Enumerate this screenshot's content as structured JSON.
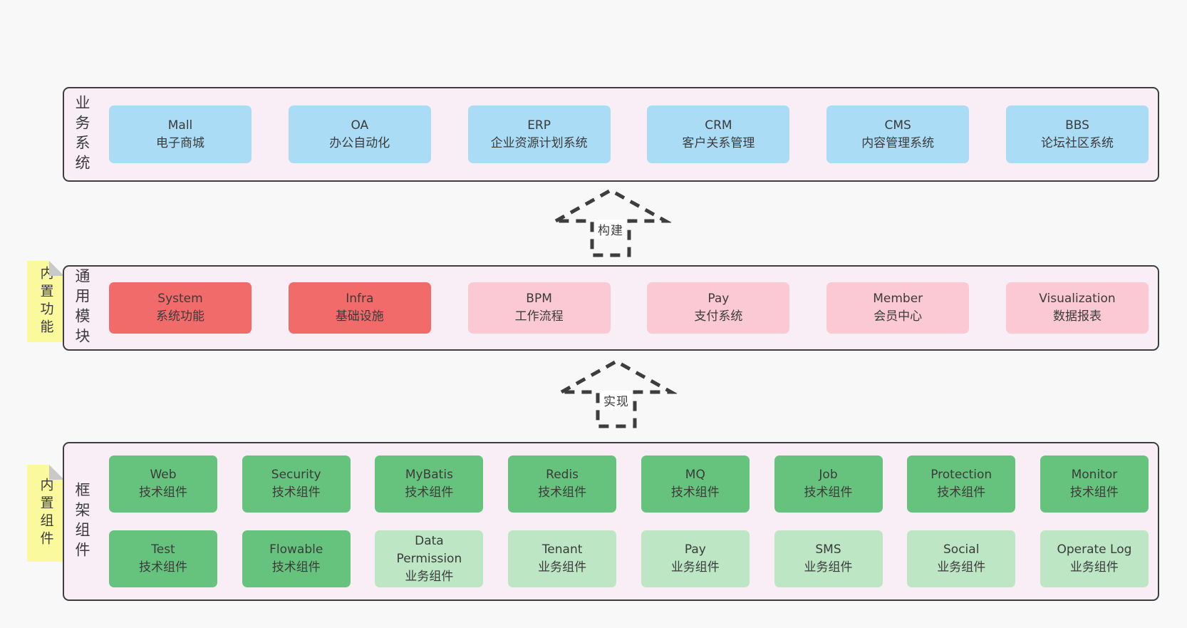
{
  "colors": {
    "page_bg": "#f9f8f8",
    "container_bg": "#f9edf6",
    "container_border": "#3e3e3e",
    "text": "#3b3b3b",
    "note_bg": "#fbf99e",
    "note_fold": "#c9c9c9",
    "arrow_stroke": "#3d3d3d",
    "blue": "#aadcf5",
    "red": "#f16b6b",
    "pink": "#fbc9d4",
    "green": "#66c37d",
    "lightgreen": "#bde6c4"
  },
  "arrows": [
    {
      "label": "构建"
    },
    {
      "label": "实现"
    }
  ],
  "layers": [
    {
      "label": "业务系统",
      "note": null,
      "rows": [
        [
          {
            "title": "Mall",
            "subtitle": "电子商城",
            "color": "blue"
          },
          {
            "title": "OA",
            "subtitle": "办公自动化",
            "color": "blue"
          },
          {
            "title": "ERP",
            "subtitle": "企业资源计划系统",
            "color": "blue"
          },
          {
            "title": "CRM",
            "subtitle": "客户关系管理",
            "color": "blue"
          },
          {
            "title": "CMS",
            "subtitle": "内容管理系统",
            "color": "blue"
          },
          {
            "title": "BBS",
            "subtitle": "论坛社区系统",
            "color": "blue"
          }
        ]
      ]
    },
    {
      "label": "通用模块",
      "note": "内置功能",
      "rows": [
        [
          {
            "title": "System",
            "subtitle": "系统功能",
            "color": "red"
          },
          {
            "title": "Infra",
            "subtitle": "基础设施",
            "color": "red"
          },
          {
            "title": "BPM",
            "subtitle": "工作流程",
            "color": "pink"
          },
          {
            "title": "Pay",
            "subtitle": "支付系统",
            "color": "pink"
          },
          {
            "title": "Member",
            "subtitle": "会员中心",
            "color": "pink"
          },
          {
            "title": "Visualization",
            "subtitle": "数据报表",
            "color": "pink"
          }
        ]
      ]
    },
    {
      "label": "框架组件",
      "note": "内置组件",
      "rows": [
        [
          {
            "title": "Web",
            "subtitle": "技术组件",
            "color": "green"
          },
          {
            "title": "Security",
            "subtitle": "技术组件",
            "color": "green"
          },
          {
            "title": "MyBatis",
            "subtitle": "技术组件",
            "color": "green"
          },
          {
            "title": "Redis",
            "subtitle": "技术组件",
            "color": "green"
          },
          {
            "title": "MQ",
            "subtitle": "技术组件",
            "color": "green"
          },
          {
            "title": "Job",
            "subtitle": "技术组件",
            "color": "green"
          },
          {
            "title": "Protection",
            "subtitle": "技术组件",
            "color": "green"
          },
          {
            "title": "Monitor",
            "subtitle": "技术组件",
            "color": "green"
          }
        ],
        [
          {
            "title": "Test",
            "subtitle": "技术组件",
            "color": "green"
          },
          {
            "title": "Flowable",
            "subtitle": "技术组件",
            "color": "green"
          },
          {
            "title": "Data Permission",
            "subtitle": "业务组件",
            "color": "lightgreen"
          },
          {
            "title": "Tenant",
            "subtitle": "业务组件",
            "color": "lightgreen"
          },
          {
            "title": "Pay",
            "subtitle": "业务组件",
            "color": "lightgreen"
          },
          {
            "title": "SMS",
            "subtitle": "业务组件",
            "color": "lightgreen"
          },
          {
            "title": "Social",
            "subtitle": "业务组件",
            "color": "lightgreen"
          },
          {
            "title": "Operate Log",
            "subtitle": "业务组件",
            "color": "lightgreen"
          }
        ]
      ]
    }
  ]
}
